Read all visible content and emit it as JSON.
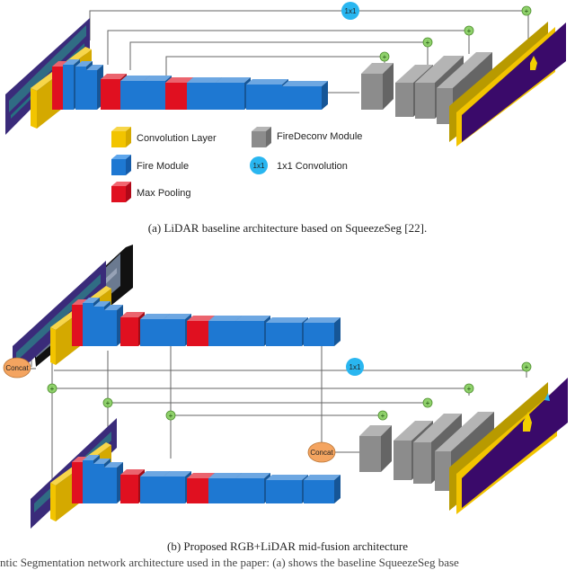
{
  "legend": {
    "conv": "Convolution Layer",
    "fire": "Fire Module",
    "pool": "Max Pooling",
    "deconv": "FireDeconv Module",
    "one_by_one": "1x1 Convolution"
  },
  "nodes": {
    "one_by_one_a": "1x1",
    "one_by_one_b": "1x1",
    "one_by_one_legend": "1x1",
    "concat_left": "Concat",
    "concat_right": "Concat",
    "plus": "+"
  },
  "captions": {
    "a": "(a) LiDAR baseline architecture based on SqueezeSeg [22].",
    "b": "(b) Proposed RGB+LiDAR mid-fusion architecture"
  },
  "bottom_text": "ntic Segmentation network architecture used in the paper: (a) shows the baseline SqueezeSeg base",
  "colors": {
    "conv": "#F2C400",
    "fire": "#1E78D2",
    "pool": "#E01020",
    "deconv": "#8C8C8C",
    "one_by_one": "#29B6F0",
    "concat": "#F4A460",
    "plus_node": "#8FD16B",
    "output_band": "#3A0A6A"
  }
}
